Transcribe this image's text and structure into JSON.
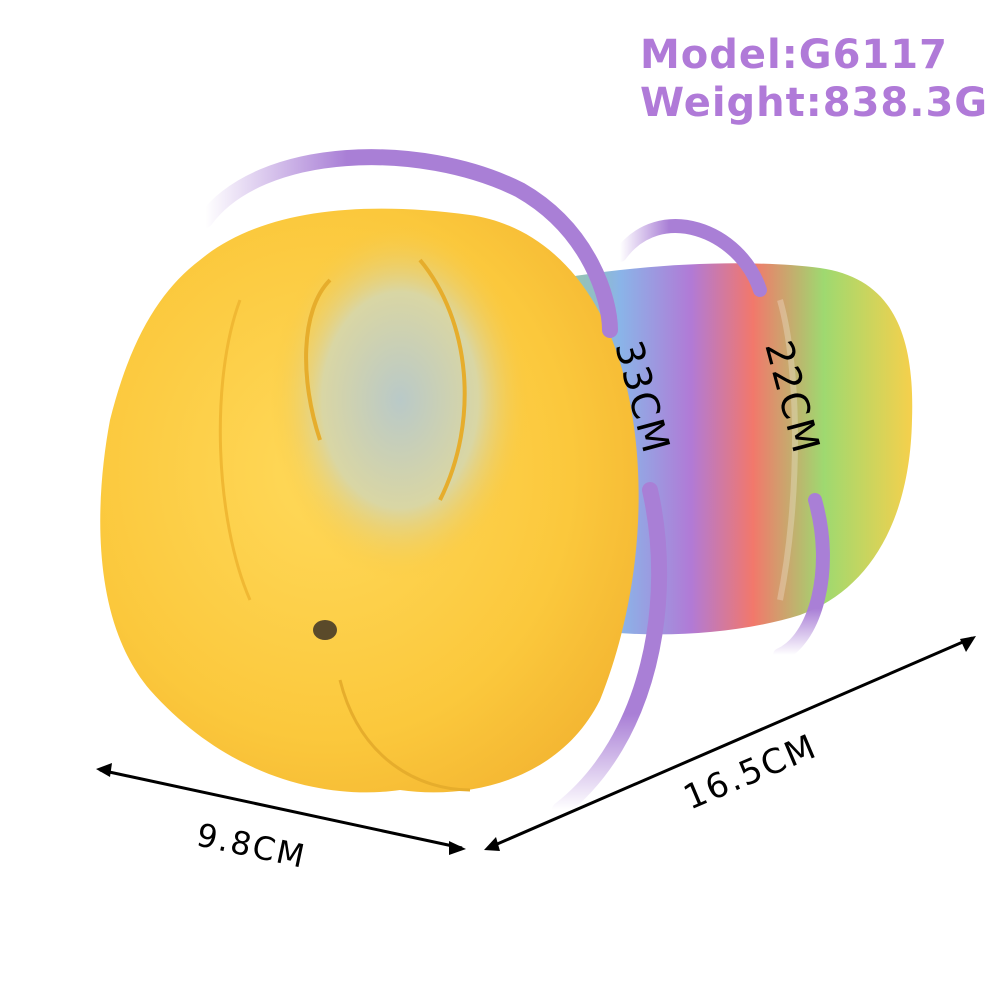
{
  "specs": {
    "model": "Model:G6117",
    "weight": "Weight:838.3G"
  },
  "dimensions": {
    "width": "9.8CM",
    "length": "16.5CM",
    "circumference_large": "33CM",
    "circumference_small": "22CM"
  },
  "colors": {
    "spec_text": "#b07ad8",
    "accent_arrow": "#a97fd6",
    "label_text": "#000000"
  }
}
